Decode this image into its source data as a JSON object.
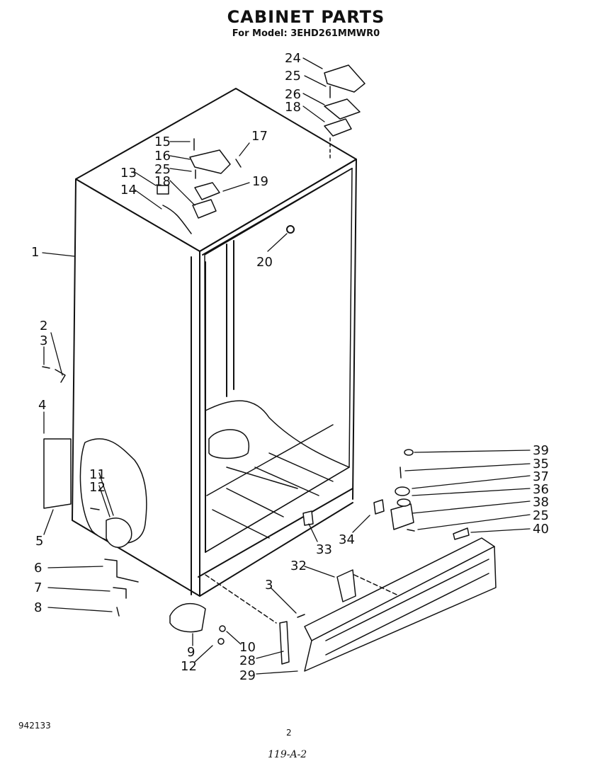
{
  "title": "CABINET PARTS",
  "subtitle": "For Model: 3EHD261MMWR0",
  "footer": {
    "code": "942133",
    "page": "2",
    "handwritten": "119-A-2"
  },
  "callouts": [
    "24",
    "25",
    "26",
    "18",
    "15",
    "16",
    "17",
    "25",
    "13",
    "18",
    "19",
    "14",
    "20",
    "1",
    "2",
    "3",
    "4",
    "5",
    "11",
    "12",
    "6",
    "7",
    "8",
    "9",
    "10",
    "12",
    "3",
    "28",
    "29",
    "32",
    "33",
    "34",
    "39",
    "35",
    "37",
    "36",
    "38",
    "25",
    "40"
  ]
}
